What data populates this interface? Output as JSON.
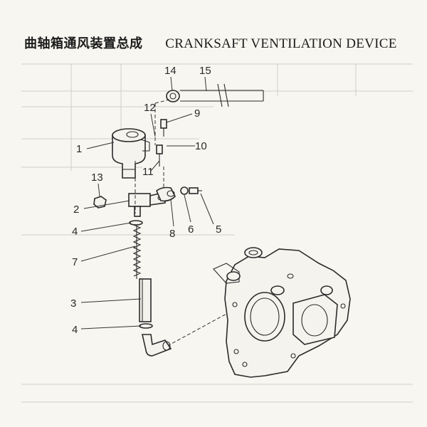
{
  "title": {
    "chinese": "曲轴箱通风装置总成",
    "english": "CRANKSAFT VENTILATION DEVICE"
  },
  "callouts": {
    "c1": "1",
    "c2": "2",
    "c3": "3",
    "c4a": "4",
    "c4b": "4",
    "c5": "5",
    "c6": "6",
    "c7": "7",
    "c8": "8",
    "c9": "9",
    "c10": "10",
    "c11": "11",
    "c12": "12",
    "c13": "13",
    "c14": "14",
    "c15": "15"
  }
}
